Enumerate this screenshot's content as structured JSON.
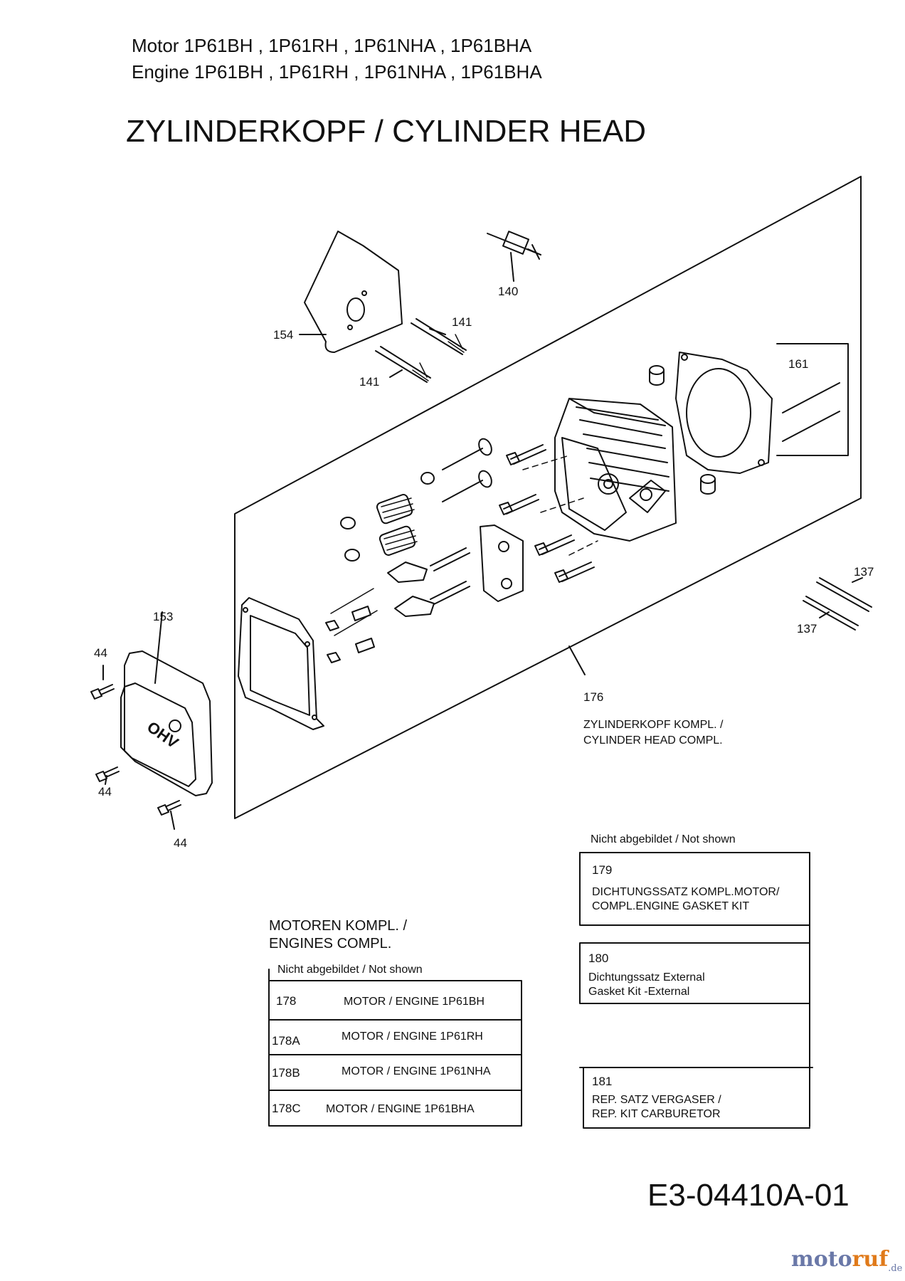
{
  "header": {
    "line1": "Motor 1P61BH , 1P61RH , 1P61NHA , 1P61BHA",
    "line2": "Engine 1P61BH , 1P61RH , 1P61NHA , 1P61BHA"
  },
  "title": "ZYLINDERKOPF / CYLINDER HEAD",
  "callouts": {
    "c140": "140",
    "c141a": "141",
    "c141b": "141",
    "c154": "154",
    "c161": "161",
    "c137a": "137",
    "c137b": "137",
    "c153": "153",
    "c44a": "44",
    "c44b": "44",
    "c44c": "44",
    "c176": "176"
  },
  "cover_mark": "OHV",
  "assembly_note": {
    "line1": "ZYLINDERKOPF KOMPL. /",
    "line2": "CYLINDER HEAD COMPL."
  },
  "not_shown_right": "Nicht abgebildet / Not shown",
  "kits": [
    {
      "num": "179",
      "line1": "DICHTUNGSSATZ KOMPL.MOTOR/",
      "line2": "COMPL.ENGINE GASKET KIT"
    },
    {
      "num": "180",
      "line1": "Dichtungssatz External",
      "line2": "Gasket Kit -External"
    },
    {
      "num": "181",
      "line1": "REP. SATZ VERGASER /",
      "line2": "REP. KIT CARBURETOR"
    }
  ],
  "engines": {
    "title1": "MOTOREN KOMPL.  /",
    "title2": "ENGINES COMPL.",
    "not_shown": "Nicht abgebildet / Not shown",
    "rows": [
      {
        "num": "178",
        "desc": "MOTOR / ENGINE 1P61BH"
      },
      {
        "num": "178A",
        "desc": "MOTOR / ENGINE 1P61RH"
      },
      {
        "num": "178B",
        "desc": "MOTOR / ENGINE 1P61NHA"
      },
      {
        "num": "178C",
        "desc": "MOTOR / ENGINE 1P61BHA"
      }
    ]
  },
  "doc_code": "E3-04410A-01",
  "brand": {
    "name_a": "moto",
    "name_b": "ruf",
    "suffix": ".de"
  }
}
